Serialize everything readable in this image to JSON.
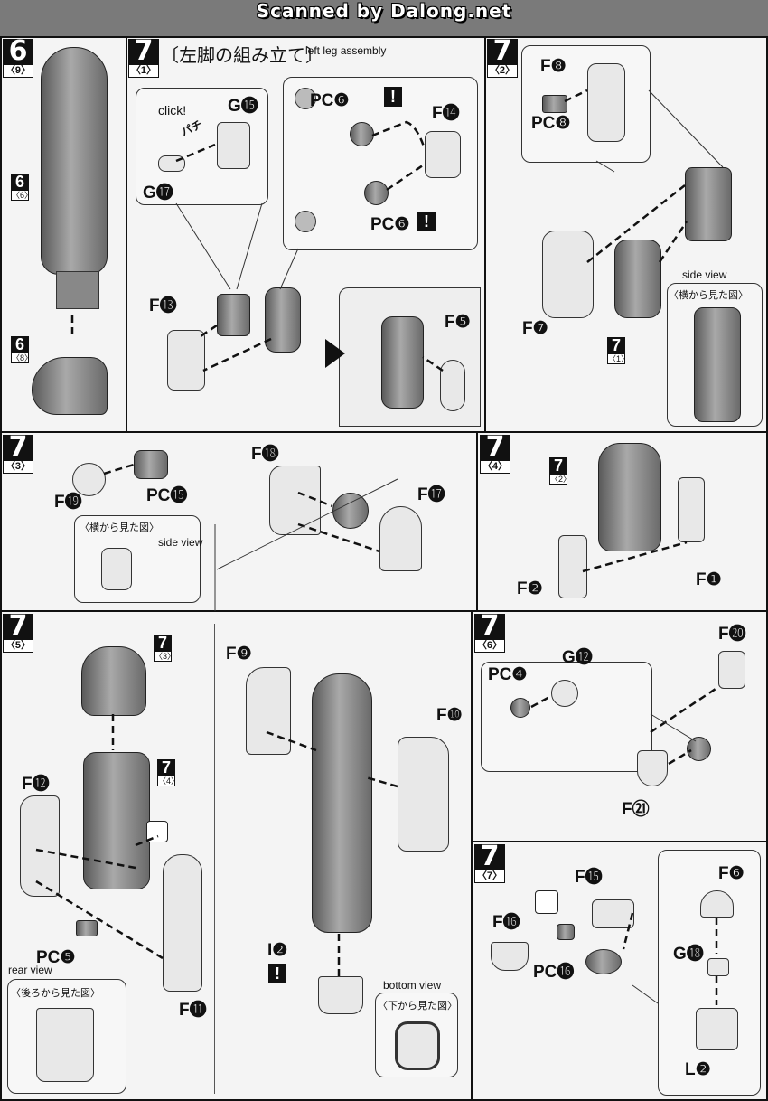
{
  "banner": "Scanned by Dalong.net",
  "panels": {
    "a": {
      "step": "6",
      "sub": "〈9〉",
      "ref1": {
        "n": "6",
        "s": "〈6〉"
      },
      "ref2": {
        "n": "6",
        "s": "〈8〉"
      }
    },
    "b": {
      "step": "7",
      "sub": "〈1〉",
      "title_jp": "〔左脚の組み立て〕",
      "title_en": "left leg assembly",
      "click": "click!",
      "click_jp": "パチ",
      "g15": "G⓯",
      "g17": "G⓱",
      "pc6a": "PC❻",
      "pc6b": "PC❻",
      "warn": "!",
      "f14": "F⓮",
      "f13": "F⓭",
      "f5": "F❺"
    },
    "c": {
      "step": "7",
      "sub": "〈2〉",
      "f8": "F❽",
      "pc8": "PC❽",
      "f7": "F❼",
      "ref": {
        "n": "7",
        "s": "〈1〉"
      },
      "side_view": "side view",
      "side_view_jp": "〈横から見た図〉"
    },
    "d": {
      "step": "7",
      "sub": "〈3〉",
      "f19": "F⓳",
      "pc15": "PC⓯",
      "side_view_jp": "〈横から見た図〉",
      "side_view": "side view",
      "f18": "F⓲",
      "f17": "F⓱"
    },
    "e": {
      "step": "7",
      "sub": "〈4〉",
      "ref": {
        "n": "7",
        "s": "〈2〉"
      },
      "f1": "F❶",
      "f2": "F❷"
    },
    "f": {
      "step": "7",
      "sub": "〈5〉",
      "ref1": {
        "n": "7",
        "s": "〈3〉"
      },
      "ref2": {
        "n": "7",
        "s": "〈4〉"
      },
      "f12": "F⓬",
      "pc5": "PC❺",
      "rear_view": "rear view",
      "rear_view_jp": "〈後ろから見た図〉",
      "f11": "F⓫",
      "f9": "F❾",
      "f10": "F❿",
      "i2": "I❷",
      "warn": "!",
      "bottom_view": "bottom view",
      "bottom_view_jp": "〈下から見た図〉"
    },
    "g": {
      "step": "7",
      "sub": "〈6〉",
      "pc4": "PC❹",
      "g12": "G⓬",
      "f20": "F⓴",
      "f21": "F㉑"
    },
    "h": {
      "step": "7",
      "sub": "〈7〉",
      "f15": "F⓯",
      "f16": "F⓰",
      "pc16": "PC⓰",
      "f6": "F❻",
      "g18": "G⓲",
      "l2": "L❷"
    }
  }
}
